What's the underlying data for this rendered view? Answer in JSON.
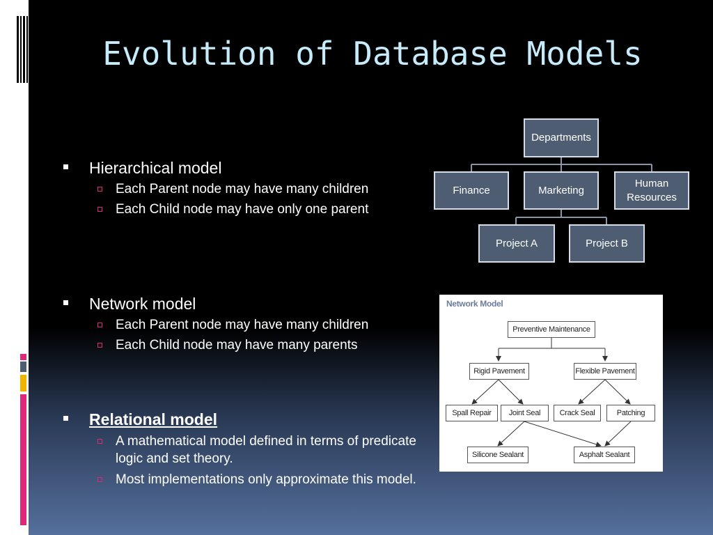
{
  "slide": {
    "title": "Evolution of Database Models",
    "bullets": [
      {
        "text": "Hierarchical model",
        "subs": [
          "Each Parent node may have many children",
          "Each Child node may have only one parent"
        ]
      },
      {
        "text": "Network model",
        "subs": [
          "Each Parent node may have many children",
          "Each Child node may have many parents"
        ]
      },
      {
        "text": "Relational model",
        "subs": [
          "A mathematical model defined in terms of predicate logic and set theory.",
          "Most implementations only approximate this model."
        ]
      }
    ]
  },
  "hierarchy": {
    "root": "Departments",
    "level1": [
      "Finance",
      "Marketing",
      "Human Resources"
    ],
    "level2": [
      "Project A",
      "Project B"
    ]
  },
  "network": {
    "title": "Network Model",
    "nodes": {
      "pm": "Preventive Maintenance",
      "rigid": "Rigid Pavement",
      "flexible": "Flexible Pavement",
      "spall": "Spall Repair",
      "joint": "Joint Seal",
      "crack": "Crack Seal",
      "patching": "Patching",
      "silicone": "Silicone Sealant",
      "asphalt": "Asphalt Sealant"
    }
  },
  "colors": {
    "title": "#c6ecfb",
    "node_fill": "#4f5d73",
    "node_border": "#d6dde8",
    "accent_pink": "#e0287a",
    "accent_gold": "#f0b400",
    "accent_slate": "#4f5d73"
  }
}
